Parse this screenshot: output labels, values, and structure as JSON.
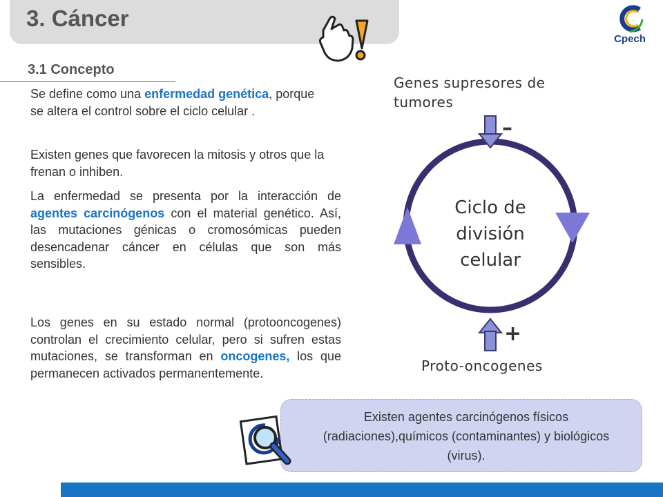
{
  "header": {
    "title": "3. Cáncer",
    "logo_text": "Cpech"
  },
  "section": {
    "subtitle": "3.1 Concepto"
  },
  "paragraphs": {
    "p1": {
      "t1": "Se define como una ",
      "h1": "enfermedad genética",
      "t2": ", porque se altera el control sobre el ciclo celular ."
    },
    "p2": {
      "t1": "Existen genes que favorecen la mitosis y otros que la frenan o inhiben."
    },
    "p3": {
      "t1": "La enfermedad se presenta por la interacción de ",
      "h1": "agentes carcinógenos",
      "t2": " con el material genético. Así, las mutaciones génicas o cromosómicas pueden desencadenar cáncer en células que son más sensibles."
    },
    "p4": {
      "t1": "Los genes en su estado normal (protooncogenes) controlan el crecimiento celular, pero si sufren estas mutaciones, se transforman en ",
      "h1": "oncogenes,",
      "t2": " los que permanecen activados permanentemente."
    }
  },
  "diagram": {
    "top_label": "Genes supresores de tumores",
    "minus_sign": "–",
    "cycle_label": "Ciclo de división celular",
    "plus_sign": "+",
    "bottom_label": "Proto-oncogenes"
  },
  "callout": {
    "text": "Existen agentes carcinógenos físicos (radiaciones),químicos (contaminantes) y biológicos (virus)."
  },
  "colors": {
    "highlight": "#1a73c4",
    "cycle": "#3a2e6e",
    "triangle": "#7b78d6",
    "arrow": "#8a91d8",
    "bottom_bar": "#1a76c4",
    "callout_bg": "#d0d4f0"
  },
  "icons": {
    "hand": "pointing-hand-warning-icon",
    "magnifier": "magnifier-icon",
    "logo": "cpech-logo"
  }
}
